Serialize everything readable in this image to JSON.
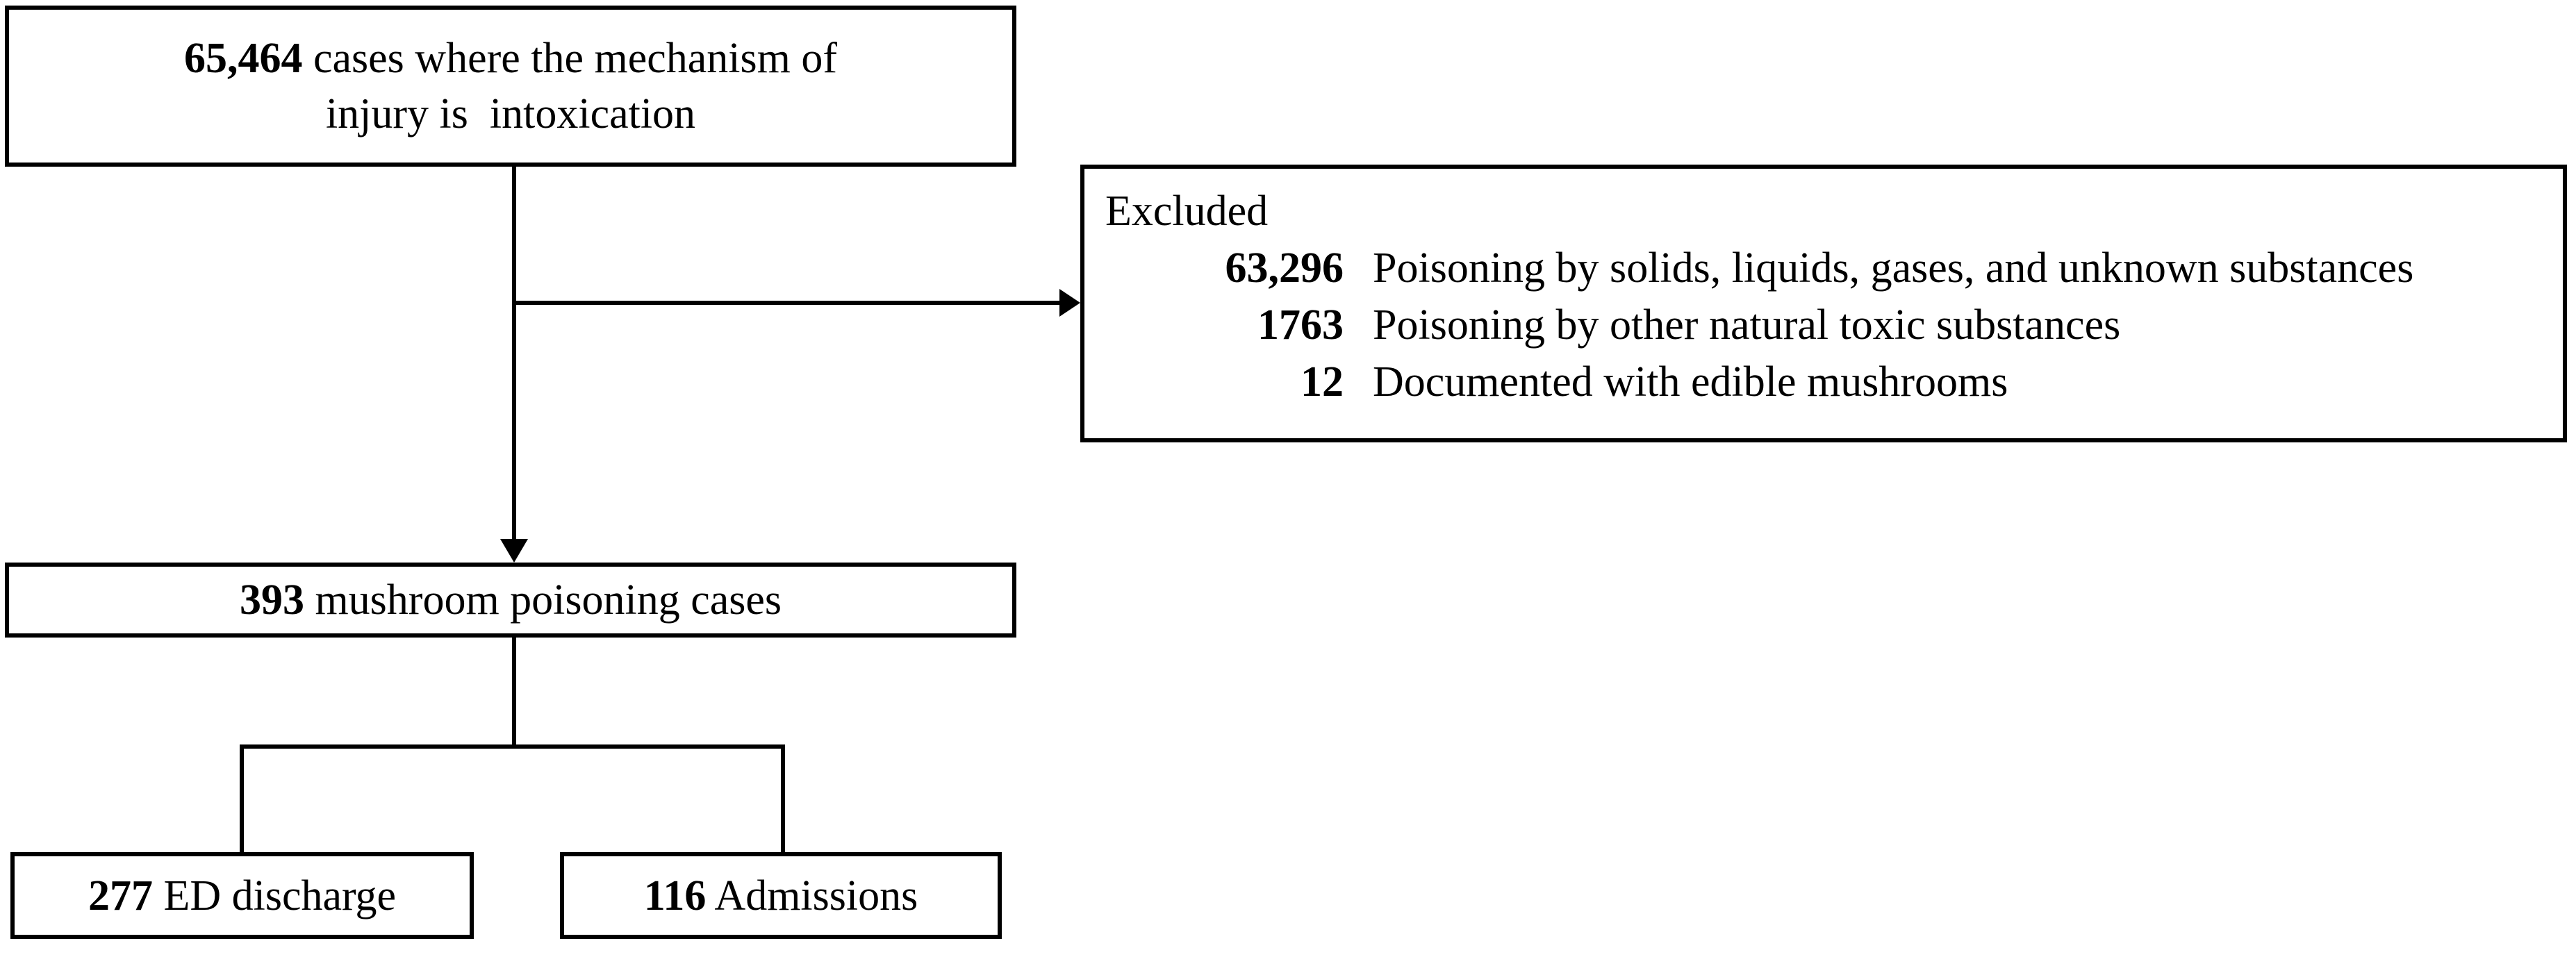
{
  "figure": {
    "background_color": "#ffffff",
    "line_color": "#000000",
    "text_color": "#000000"
  },
  "flowchart": {
    "top_box": {
      "count": "65,464",
      "text_rest": "cases where the mechanism of",
      "line2": "injury is  intoxication"
    },
    "excluded_box": {
      "title": "Excluded",
      "items": [
        {
          "count": "63,296",
          "label": "Poisoning by solids, liquids, gases, and unknown substances"
        },
        {
          "count": "1763",
          "label": "Poisoning by other natural toxic substances"
        },
        {
          "count": "12",
          "label": "Documented with edible mushrooms"
        }
      ]
    },
    "middle_box": {
      "count": "393",
      "label": "mushroom poisoning cases"
    },
    "ed_box": {
      "count": "277",
      "label": "ED discharge"
    },
    "admission_box": {
      "count": "116",
      "label": "Admissions"
    }
  }
}
